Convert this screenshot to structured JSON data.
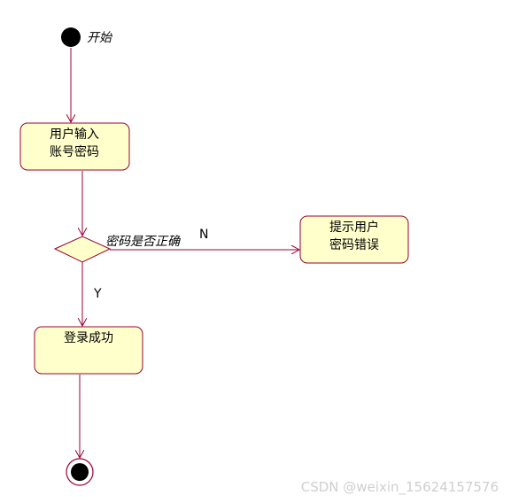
{
  "diagram": {
    "start_label": "开始",
    "input_state_line1": "用户输入",
    "input_state_line2": "账号密码",
    "decision_label": "密码是否正确",
    "no_label": "N",
    "error_state_line1": "提示用户",
    "error_state_line2": "密码错误",
    "yes_label": "Y",
    "success_state": "登录成功"
  },
  "colors": {
    "state_fill": "#ffffcc",
    "state_border": "#990033",
    "line": "#990033",
    "node": "#000000"
  },
  "watermark": "CSDN @weixin_15624157576"
}
